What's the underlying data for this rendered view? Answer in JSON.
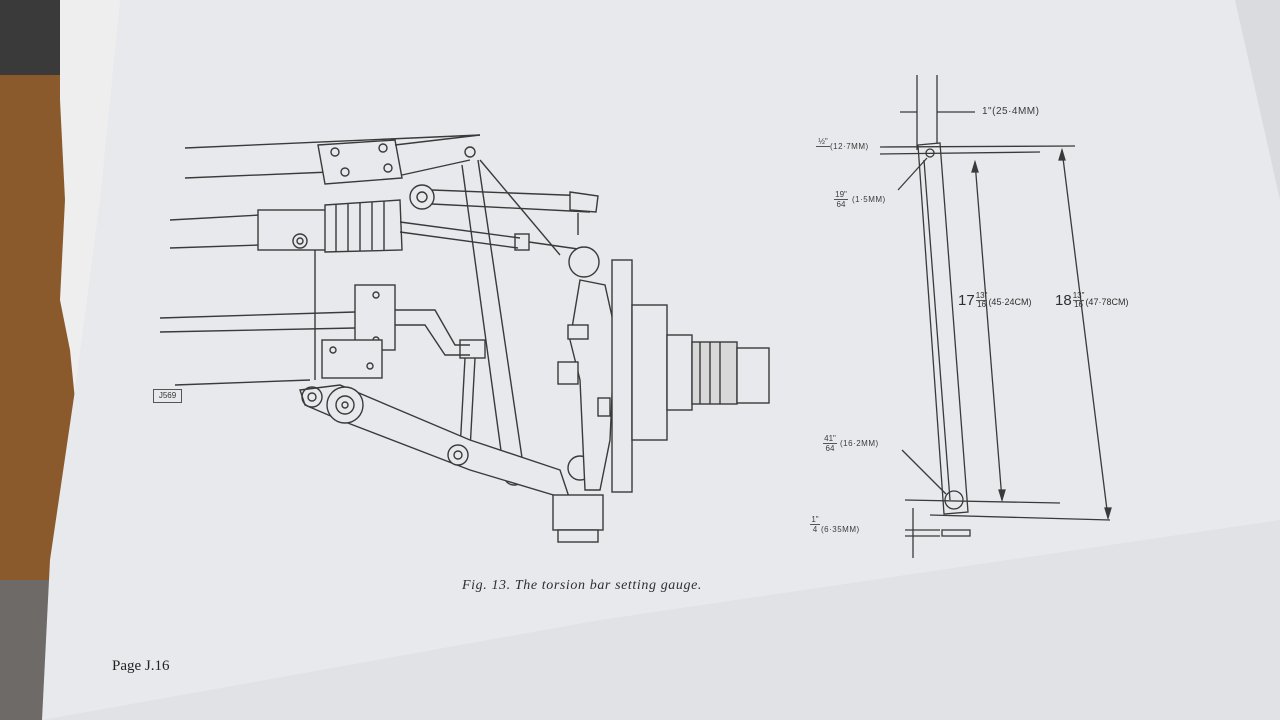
{
  "figure": {
    "caption": "Fig. 13.   The torsion bar setting gauge.",
    "ref_label": "J569"
  },
  "page": {
    "number": "Page J.16"
  },
  "gauge": {
    "width_label": "1\"(25·4MM)",
    "top_offset": {
      "num": "½\"",
      "den": "",
      "mm": "(12·7MM)"
    },
    "small_hole": {
      "num": "19\"",
      "den": "64",
      "mm": "(1·5MM)"
    },
    "large_hole": {
      "num": "41\"",
      "den": "64",
      "mm": "(16·2MM)"
    },
    "thickness": {
      "num": "1\"",
      "den": "4",
      "mm": "(6·35MM)"
    },
    "inner_length": {
      "whole": "17",
      "num": "13\"",
      "den": "16",
      "mm": "(45·24CM)"
    },
    "outer_length": {
      "whole": "18",
      "num": "13\"",
      "den": "16",
      "mm": "(47·78CM)"
    }
  },
  "colors": {
    "paper": "#e9eaec",
    "ink": "#3a3a3a",
    "desk": "#8a5a2b"
  }
}
